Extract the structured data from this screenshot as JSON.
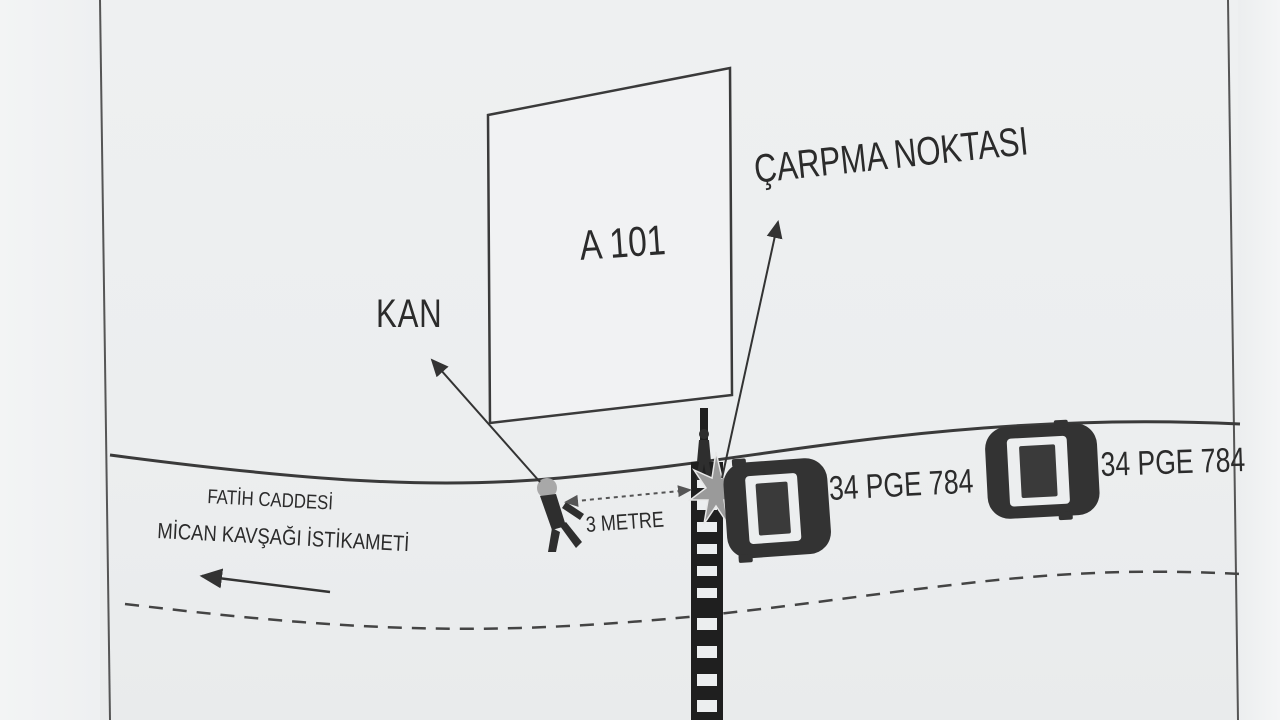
{
  "labels": {
    "blood": "KAN",
    "impact_point": "ÇARPMA NOKTASI",
    "store": "A 101",
    "distance": "3 METRE",
    "street": "FATİH CADDESİ",
    "direction": "MİCAN KAVŞAĞI İSTİKAMETİ",
    "vehicle1_plate": "34 PGE 784",
    "vehicle2_plate": "34 PGE 784"
  },
  "icons": {
    "pedestrian": "walking-person-icon",
    "victim": "fallen-person-icon",
    "impact": "star-burst-icon",
    "car": "top-view-car-icon",
    "direction_arrow": "arrow-left-icon"
  },
  "colors": {
    "paper": "#eceeef",
    "ink": "#2b2b2b",
    "car_body": "#333333",
    "impact_star": "#9a9a9a",
    "victim_head": "#a8a8a8"
  }
}
